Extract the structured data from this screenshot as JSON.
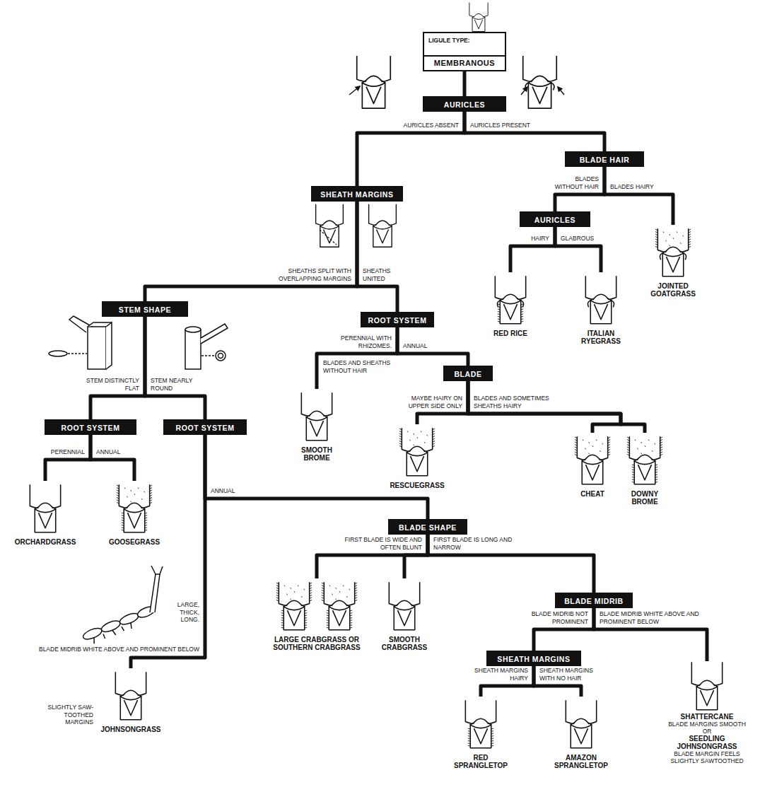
{
  "diagram": {
    "nodes": [
      {
        "text": [
          "LIGULE TYPE:",
          "MEMBRANOUS"
        ]
      },
      {
        "text": [
          "AURICLES"
        ]
      },
      {
        "text": [
          "BLADE HAIR"
        ]
      },
      {
        "text": [
          "SHEATH MARGINS"
        ]
      },
      {
        "text": [
          "AURICLES"
        ]
      },
      {
        "text": [
          "JOINTED GOATGRASS"
        ]
      },
      {
        "text": [
          "RED RICE"
        ]
      },
      {
        "text": [
          "ITALIAN RYEGRASS"
        ]
      },
      {
        "text": [
          "STEM SHAPE"
        ]
      },
      {
        "text": [
          "ROOT SYSTEM"
        ]
      },
      {
        "text": [
          "BLADE"
        ]
      },
      {
        "text": [
          "SMOOTH BROME"
        ]
      },
      {
        "text": [
          "RESCUEGRASS"
        ]
      },
      {
        "text": [
          "CHEAT"
        ]
      },
      {
        "text": [
          "DOWNY BROME"
        ]
      },
      {
        "text": [
          "ROOT SYSTEM"
        ]
      },
      {
        "text": [
          "ROOT SYSTEM"
        ]
      },
      {
        "text": [
          "ORCHARDGRASS"
        ]
      },
      {
        "text": [
          "GOOSEGRASS"
        ]
      },
      {
        "text": [
          "BLADE SHAPE"
        ]
      },
      {
        "text": [
          "JOHNSONGRASS"
        ]
      },
      {
        "text": [
          "LARGE CRABGRASS OR SOUTHERN CRABGRASS"
        ]
      },
      {
        "text": [
          "SMOOTH CRABGRASS"
        ]
      },
      {
        "text": [
          "BLADE MIDRIB"
        ]
      },
      {
        "text": [
          "SHEATH MARGINS"
        ]
      },
      {
        "text": [
          "RED SPRANGLETOP"
        ]
      },
      {
        "text": [
          "AMAZON SPRANGLETOP"
        ]
      },
      {
        "text": [
          "SHATTERCANE",
          "BLADE MARGINS SMOOTH",
          "OR",
          "SEEDLING JOHNSONGRASS",
          "BLADE MARGIN FEELS SLIGHTLY SAWTOOTHED"
        ]
      }
    ],
    "edges": [
      {
        "from": 0,
        "to": 1,
        "arrow": "none"
      },
      {
        "from": 1,
        "to": 3,
        "label": "AURICLES ABSENT",
        "arrow": "none"
      },
      {
        "from": 1,
        "to": 2,
        "label": "AURICLES PRESENT",
        "arrow": "none"
      },
      {
        "from": 2,
        "to": 4,
        "label": "BLADES WITHOUT HAIR",
        "arrow": "none"
      },
      {
        "from": 2,
        "to": 5,
        "label": "BLADES HAIRY",
        "arrow": "none"
      },
      {
        "from": 4,
        "to": 6,
        "label": "HAIRY",
        "arrow": "none"
      },
      {
        "from": 4,
        "to": 7,
        "label": "GLABROUS",
        "arrow": "none"
      },
      {
        "from": 3,
        "to": 8,
        "label": "SHEATHS SPLIT WITH OVERLAPPING MARGINS",
        "arrow": "none"
      },
      {
        "from": 3,
        "to": 9,
        "label": "SHEATHS UNITED",
        "arrow": "none"
      },
      {
        "from": 9,
        "to": 11,
        "label": "PERENNIAL WITH RHIZOMES.",
        "arrow": "none"
      },
      {
        "from": 9,
        "to": 10,
        "label": "ANNUAL",
        "arrow": "none"
      },
      {
        "from": 10,
        "to": 12,
        "label": "MAYBE HAIRY ON UPPER SIDE ONLY",
        "arrow": "none"
      },
      {
        "from": 10,
        "to": 13,
        "label": "BLADES AND SOMETIMES SHEATHS HAIRY",
        "arrow": "none"
      },
      {
        "from": 10,
        "to": 14,
        "arrow": "none"
      },
      {
        "from": 8,
        "to": 15,
        "label": "STEM DISTINCTLY FLAT",
        "arrow": "none"
      },
      {
        "from": 8,
        "to": 16,
        "label": "STEM NEARLY ROUND",
        "arrow": "none"
      },
      {
        "from": 15,
        "to": 17,
        "label": "PERENNIAL",
        "arrow": "none"
      },
      {
        "from": 15,
        "to": 18,
        "label": "ANNUAL",
        "arrow": "none"
      },
      {
        "from": 16,
        "to": 20,
        "arrow": "none"
      },
      {
        "from": 16,
        "to": 19,
        "label": "ANNUAL",
        "arrow": "none"
      },
      {
        "from": 19,
        "to": 21,
        "label": "FIRST BLADE IS WIDE AND OFTEN BLUNT",
        "arrow": "none"
      },
      {
        "from": 19,
        "to": 22,
        "arrow": "none"
      },
      {
        "from": 19,
        "to": 23,
        "label": "FIRST BLADE IS LONG AND NARROW",
        "arrow": "none"
      },
      {
        "from": 23,
        "to": 24,
        "label": "BLADE MIDRIB NOT PROMINENT",
        "arrow": "none"
      },
      {
        "from": 23,
        "to": 27,
        "label": "BLADE MIDRIB WHITE ABOVE AND PROMINENT BELOW",
        "arrow": "none"
      },
      {
        "from": 24,
        "to": 25,
        "label": "SHEATH MARGINS HAIRY",
        "arrow": "none"
      },
      {
        "from": 24,
        "to": 26,
        "label": "SHEATH MARGINS WITH NO HAIR",
        "arrow": "none"
      }
    ],
    "labels": [
      "BLADES AND SHEATHS WITHOUT HAIR",
      "LARGE, THICK, LONG.",
      "BLADE MIDRIB WHITE ABOVE AND PROMINENT BELOW",
      "SLIGHTLY SAW-TOOTHED MARGINS"
    ]
  }
}
